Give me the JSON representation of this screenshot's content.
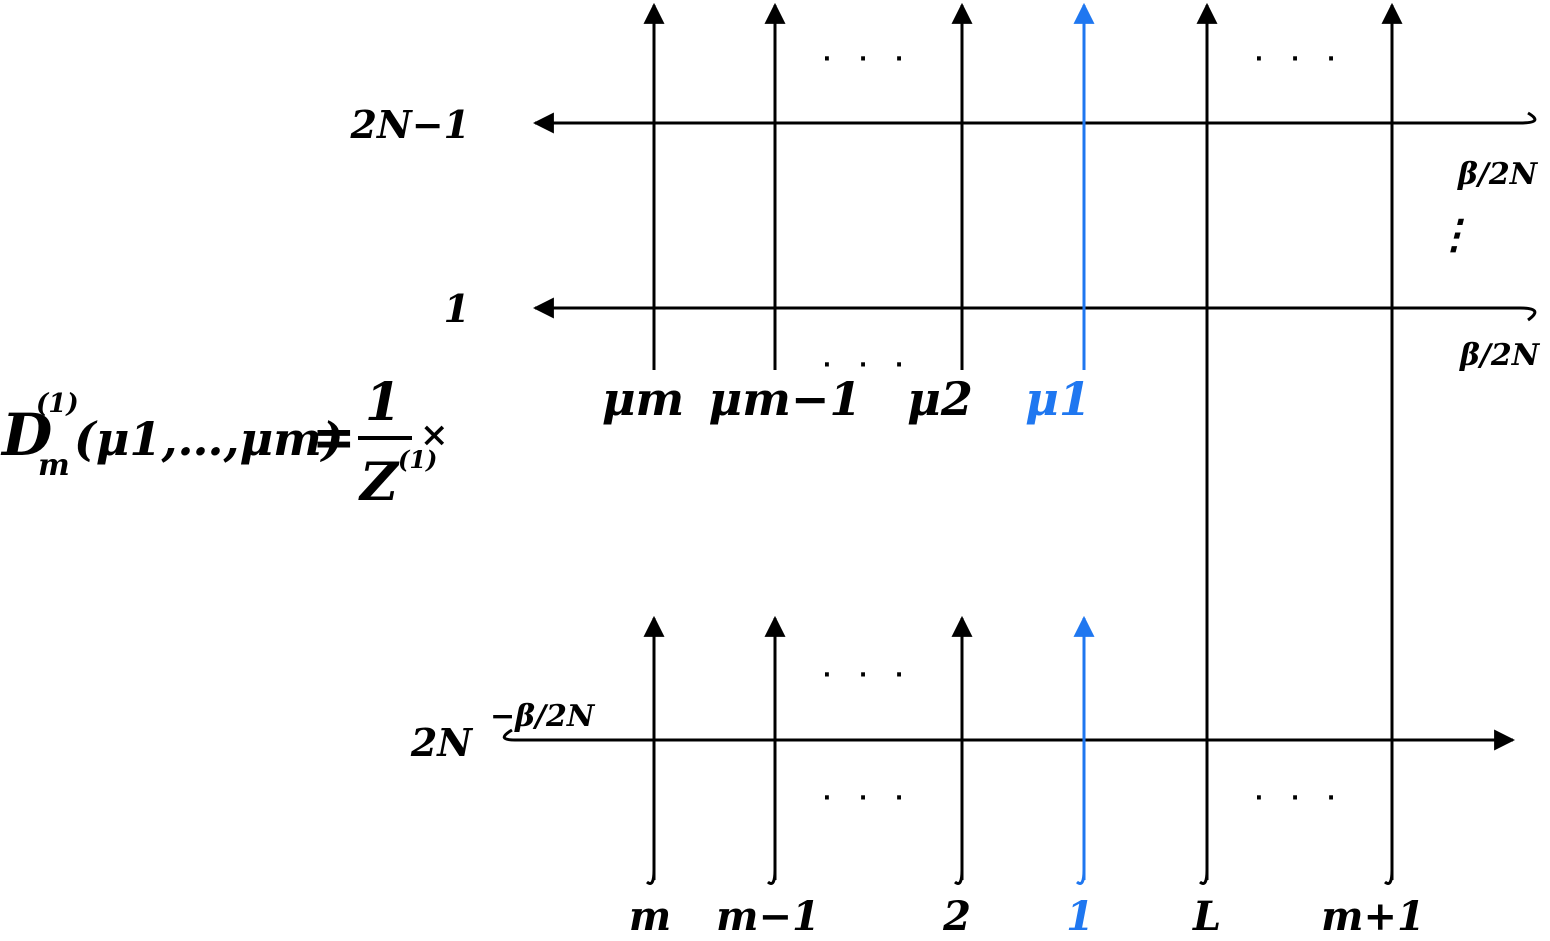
{
  "colors": {
    "ink": "#000000",
    "highlight": "#1f77f0"
  },
  "formula": {
    "lhs": "D",
    "lhs_sup": "(1)",
    "lhs_sub": "m",
    "args": "(μ1,…,μm)",
    "equals": "=",
    "numerator": "1",
    "denominator": "Z",
    "denominator_sup": "(1)",
    "times": "×"
  },
  "row_labels": {
    "upper_top": "2N−1",
    "upper_bottom": "1",
    "lower": "2N"
  },
  "weights": {
    "upper_top": "β/2N",
    "upper_bottom": "β/2N",
    "lower": "−β/2N"
  },
  "vertical_dots": "⋮",
  "ellipsis": "· · ·",
  "top_labels": {
    "m": "μm",
    "m_minus_1": "μm−1",
    "two": "μ2",
    "one": "μ1"
  },
  "bottom_labels": {
    "m": "m",
    "m_minus_1": "m−1",
    "two": "2",
    "one": "1",
    "L": "L",
    "m_plus_1": "m+1"
  }
}
